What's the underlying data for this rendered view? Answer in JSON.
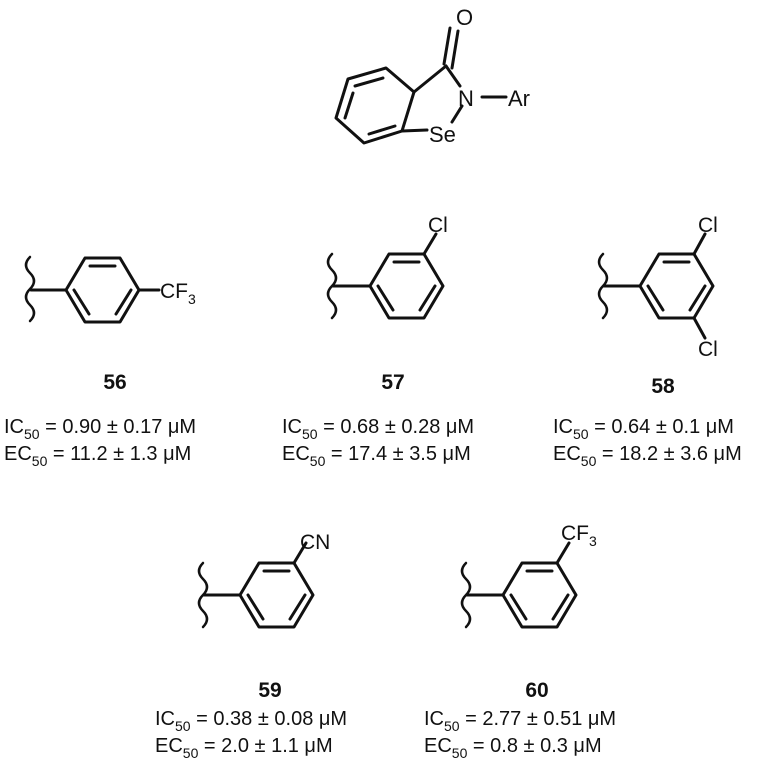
{
  "core": {
    "atom_o": "O",
    "atom_n": "N",
    "atom_se": "Se",
    "substituent": "Ar"
  },
  "compounds": [
    {
      "number": "56",
      "substituent": "CF",
      "substituent_sub": "3",
      "ic50": "0.90 ± 0.17 μM",
      "ec50": "11.2 ± 1.3 μM"
    },
    {
      "number": "57",
      "substituent": "Cl",
      "ic50": "0.68 ± 0.28 μM",
      "ec50": "17.4 ± 3.5 μM"
    },
    {
      "number": "58",
      "substituent": "Cl",
      "substituent2": "Cl",
      "ic50": "0.64 ± 0.1 μM",
      "ec50": "18.2 ± 3.6 μM"
    },
    {
      "number": "59",
      "substituent": "CN",
      "ic50": "0.38 ± 0.08 μM",
      "ec50": "2.0 ± 1.1 μM"
    },
    {
      "number": "60",
      "substituent": "CF",
      "substituent_sub": "3",
      "ic50": "2.77 ± 0.51 μM",
      "ec50": "0.8 ± 0.3 μM"
    }
  ],
  "labels": {
    "ic_prefix": "IC",
    "ec_prefix": "EC",
    "sub_50": "50",
    "equals": " = "
  }
}
